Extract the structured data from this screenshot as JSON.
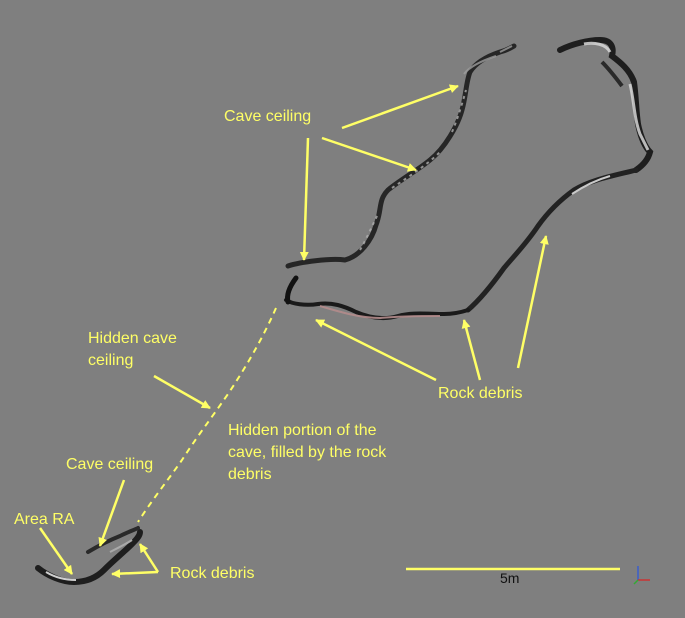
{
  "colors": {
    "background": "#7f7f7f",
    "annotation": "#ffff66",
    "point_cloud_dark": "#1e1e1e",
    "point_cloud_light": "#c8c8c8",
    "debris_tint": "#b48c8c"
  },
  "labels": {
    "cave_ceiling_upper": "Cave ceiling",
    "hidden_cave_ceiling_line1": "Hidden cave",
    "hidden_cave_ceiling_line2": "ceiling",
    "hidden_portion_line1": "Hidden portion of the",
    "hidden_portion_line2": "cave, filled by the rock",
    "hidden_portion_line3": "debris",
    "rock_debris_upper": "Rock debris",
    "cave_ceiling_lower": "Cave ceiling",
    "area_ra": "Area RA",
    "rock_debris_lower": "Rock debris"
  },
  "scale_bar": {
    "label": "5m"
  },
  "icons": {
    "axis_indicator": "xyz-axis-icon"
  }
}
